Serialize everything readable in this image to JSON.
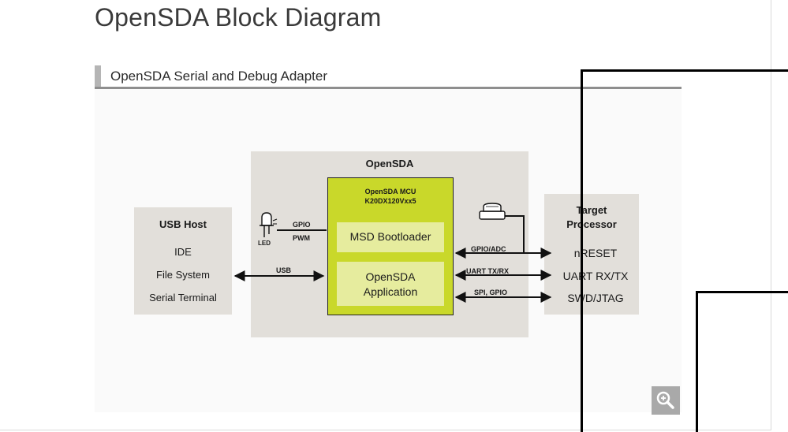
{
  "page_title": "OpenSDA Block Diagram",
  "section_title": "OpenSDA Serial and Debug Adapter",
  "diagram": {
    "outer_label": "OpenSDA",
    "mcu_title_line1": "OpenSDA MCU",
    "mcu_title_line2": "K20DX120Vxx5",
    "msd_label": "MSD Bootloader",
    "app_line1": "OpenSDA",
    "app_line2": "Application",
    "usb_host": {
      "title": "USB Host",
      "items": [
        "IDE",
        "File System",
        "Serial Terminal"
      ]
    },
    "target": {
      "title_line1": "Target",
      "title_line2": "Processor",
      "items": [
        "nRESET",
        "UART RX/TX",
        "SWD/JTAG"
      ]
    },
    "led_label": "LED",
    "gpio_label": "GPIO",
    "pwm_label": "PWM",
    "usb_label": "USB",
    "gpio_adc_label": "GPIO/ADC",
    "uart_label": "UART TX/RX",
    "spi_label": "SPI, GPIO"
  },
  "icons": {
    "led": "led-icon",
    "button": "push-button-icon",
    "zoom": "magnifier-plus-icon"
  },
  "colors": {
    "mcu_fill": "#c9d82a",
    "inner_box_fill": "#e6ec9e",
    "block_fill": "#e2dfda",
    "zoom_button": "#a9a9a9"
  }
}
